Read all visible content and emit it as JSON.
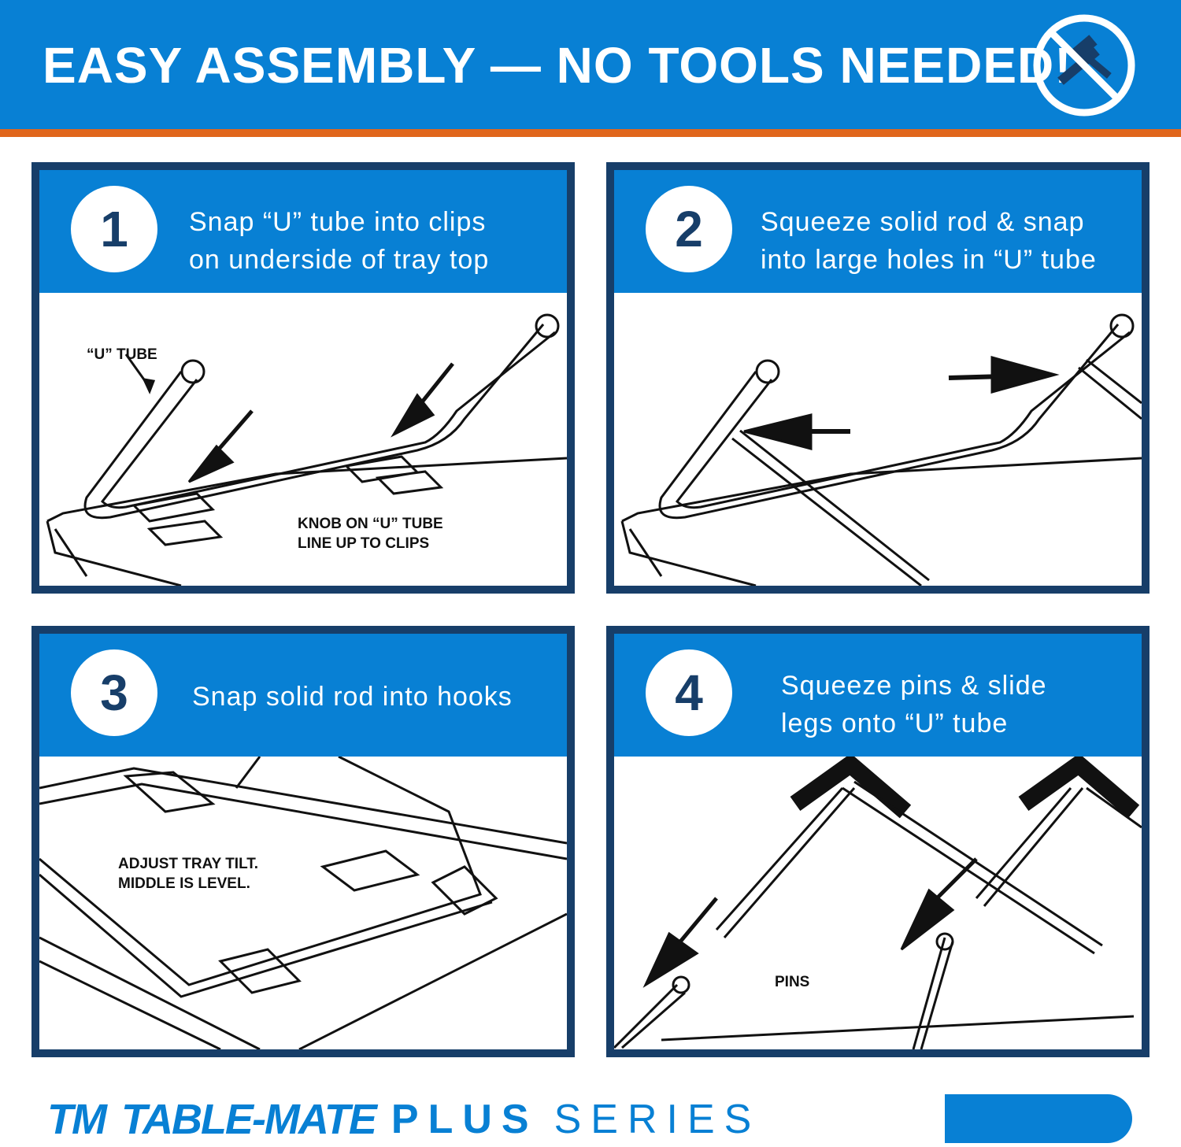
{
  "header": {
    "title": "EASY ASSEMBLY — NO TOOLS NEEDED!",
    "icon": "no-tools-icon"
  },
  "panels": [
    {
      "number": "1",
      "lines": [
        "Snap “U” tube into clips",
        "on underside of tray top"
      ],
      "labels": [
        "“U” TUBE",
        "KNOB ON “U” TUBE",
        "LINE UP TO CLIPS"
      ]
    },
    {
      "number": "2",
      "lines": [
        "Squeeze solid rod & snap",
        "into large holes in “U” tube"
      ],
      "labels": []
    },
    {
      "number": "3",
      "lines": [
        "Snap solid rod into hooks"
      ],
      "labels": [
        "ADJUST TRAY TILT.",
        "MIDDLE IS LEVEL."
      ]
    },
    {
      "number": "4",
      "lines": [
        "Squeeze pins & slide",
        "legs onto “U” tube"
      ],
      "labels": [
        "PINS"
      ]
    }
  ],
  "footer": {
    "logo_mark": "TM",
    "brand": "TABLE-MATE",
    "plus": "PLUS",
    "series": "SERIES"
  },
  "colors": {
    "blue": "#0880d4",
    "navy": "#173e69",
    "orange": "#e0661c"
  }
}
